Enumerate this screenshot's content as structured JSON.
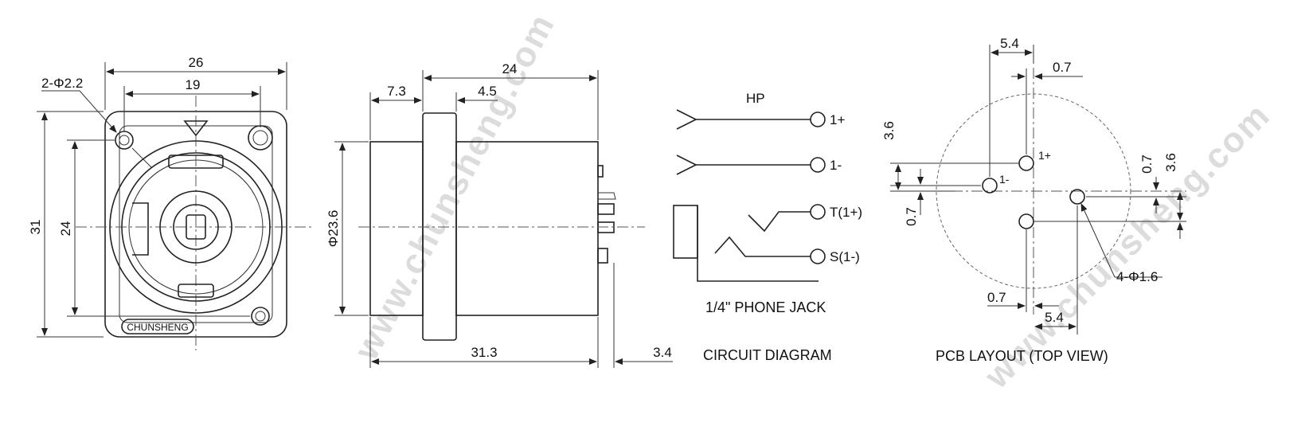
{
  "front_view": {
    "width_overall": "26",
    "width_inner": "19",
    "height_overall": "31",
    "height_inner": "24",
    "mount_hole": "2-Φ2.2",
    "brand": "CHUNSHENG"
  },
  "side_view": {
    "body_length": "24",
    "flange_offset": "7.3",
    "flange_thickness": "4.5",
    "diameter": "Φ23.6",
    "overall_length": "31.3",
    "pin_length": "3.4"
  },
  "circuit": {
    "heading": "HP",
    "pins": [
      "1+",
      "1-",
      "T(1+)",
      "S(1-)"
    ],
    "jack_label": "1/4\" PHONE JACK",
    "caption": "CIRCUIT DIAGRAM"
  },
  "pcb": {
    "dim_top_x": "5.4",
    "dim_top_small": "0.7",
    "dim_left_upper": "3.6",
    "dim_left_lower": "0.7",
    "dim_right_small": "0.7",
    "dim_right_large": "3.6",
    "dim_bottom_small": "0.7",
    "dim_bottom_x": "5.4",
    "hole_note": "4-Φ1.6",
    "pin_plus": "1+",
    "pin_minus": "1-",
    "caption": "PCB LAYOUT (TOP VIEW)"
  },
  "watermark": "www.chunsheng.com"
}
